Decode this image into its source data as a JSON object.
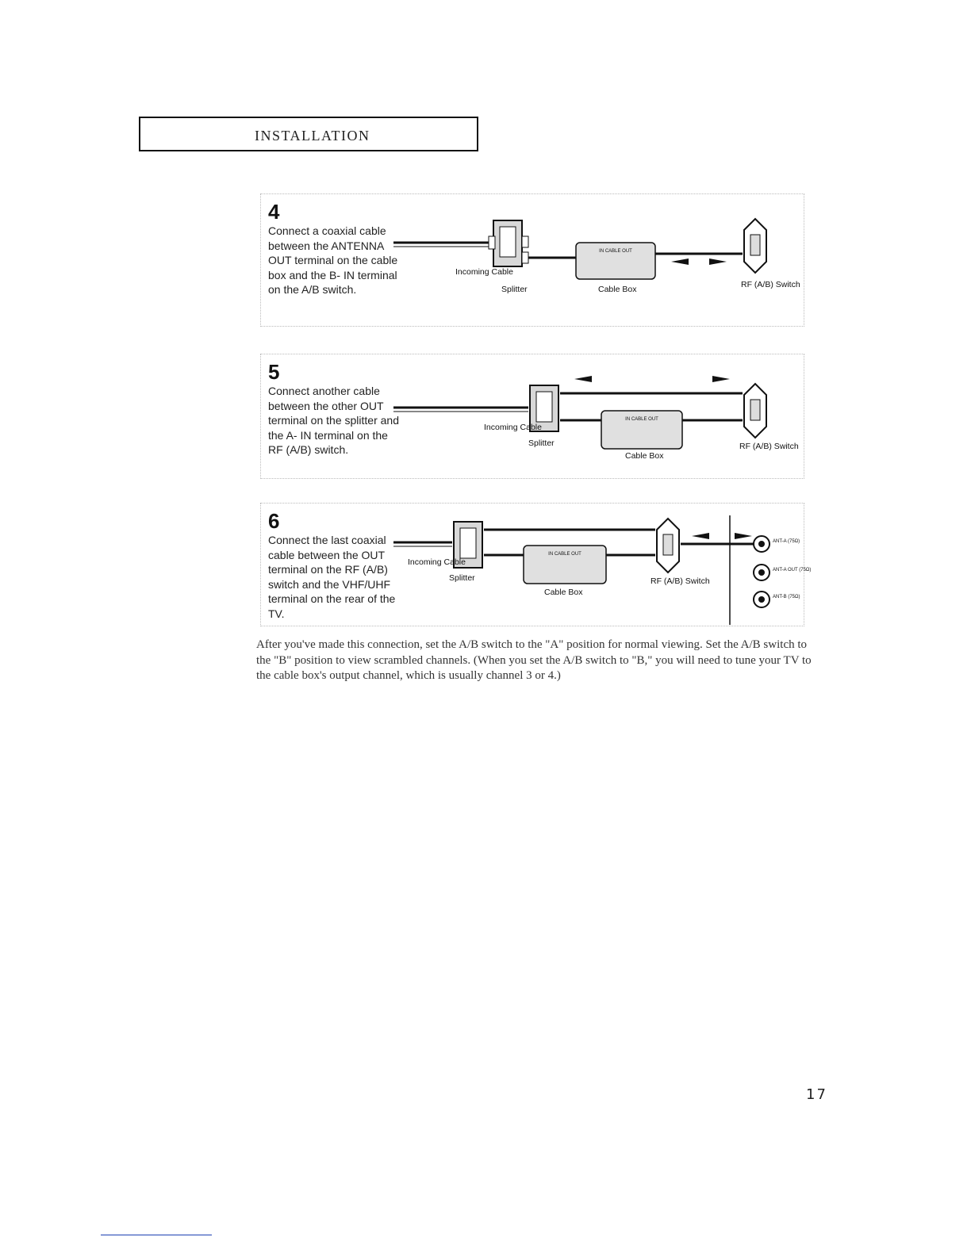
{
  "header": {
    "title": "INSTALLATION"
  },
  "steps": [
    {
      "number": "4",
      "text": "Connect a coaxial cable between the ANTENNA OUT terminal on the cable box and the B- IN terminal on the A/B switch.",
      "labels": {
        "incoming_cable": "Incoming Cable",
        "splitter": "Splitter",
        "cable_box": "Cable Box",
        "rf_switch": "RF (A/B) Switch",
        "box_terminals": "IN CABLE OUT"
      }
    },
    {
      "number": "5",
      "text": "Connect another cable between the other OUT terminal on the splitter and the A- IN terminal on the RF (A/B) switch.",
      "labels": {
        "incoming_cable": "Incoming Cable",
        "splitter": "Splitter",
        "cable_box": "Cable Box",
        "rf_switch": "RF (A/B) Switch",
        "box_terminals": "IN CABLE OUT"
      }
    },
    {
      "number": "6",
      "text": "Connect the last coaxial cable between the OUT terminal on the RF (A/B) switch and the VHF/UHF terminal on the rear of the TV.",
      "labels": {
        "incoming_cable": "Incoming Cable",
        "splitter": "Splitter",
        "cable_box": "Cable Box",
        "rf_switch": "RF (A/B) Switch",
        "box_terminals": "IN CABLE OUT",
        "tv_terminals": [
          "ANT-A (75Ω)",
          "ANT-A OUT (75Ω)",
          "ANT-B (75Ω)"
        ]
      }
    }
  ],
  "body_text": "After you've made this connection, set the A/B switch to the \"A\" position for normal viewing. Set the A/B switch to the \"B\" position to view scrambled channels. (When you set the A/B switch to \"B,\" you will need to tune your TV to the cable box's output channel, which is usually channel 3 or 4.)",
  "page_number": "17"
}
